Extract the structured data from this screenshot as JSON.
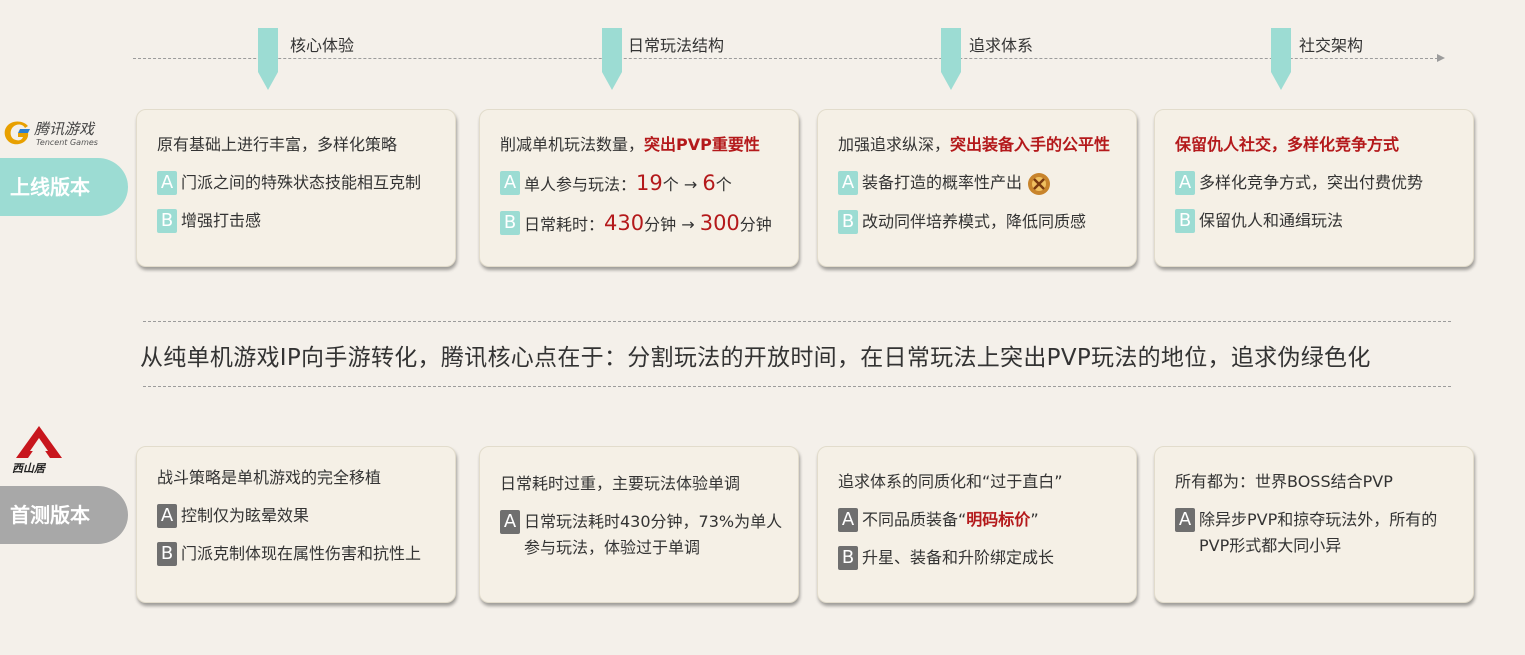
{
  "timeline": {
    "stages": [
      "核心体验",
      "日常玩法结构",
      "追求体系",
      "社交架构"
    ]
  },
  "tencent_logo": {
    "text": "腾讯游戏",
    "sub": "Tencent Games"
  },
  "xiaoshan_logo": {
    "text": "西山居"
  },
  "badges": {
    "online": "上线版本",
    "test": "首测版本"
  },
  "online_cards": {
    "core": {
      "title": "原有基础上进行丰富，多样化策略",
      "item_a": "门派之间的特殊状态技能相互克制",
      "item_b": "增强打击感"
    },
    "daily": {
      "title_prefix": "削减单机玩法数量，",
      "title_highlight": "突出PVP重要性",
      "item_a_label": "单人参与玩法：",
      "item_a_from": "19",
      "item_a_unit1": "个 → ",
      "item_a_to": "6",
      "item_a_unit2": "个",
      "item_b_label": "日常耗时：",
      "item_b_from": "430",
      "item_b_unit1": "分钟 → ",
      "item_b_to": "300",
      "item_b_unit2": "分钟"
    },
    "pursuit": {
      "title_prefix": "加强追求纵深，",
      "title_highlight": "突出装备入手的公平性",
      "item_a": "装备打造的概率性产出",
      "item_b": "改动同伴培养模式，降低同质感"
    },
    "social": {
      "title_highlight": "保留仇人社交，多样化竞争方式",
      "item_a": "多样化竞争方式，突出付费优势",
      "item_b": "保留仇人和通缉玩法"
    }
  },
  "summary": "从纯单机游戏IP向手游转化，腾讯核心点在于：分割玩法的开放时间，在日常玩法上突出PVP玩法的地位，追求伪绿色化",
  "test_cards": {
    "core": {
      "title": "战斗策略是单机游戏的完全移植",
      "item_a": "控制仅为眩晕效果",
      "item_b": "门派克制体现在属性伤害和抗性上"
    },
    "daily": {
      "title": "日常耗时过重，主要玩法体验单调",
      "item_a": "日常玩法耗时430分钟，73%为单人参与玩法，体验过于单调"
    },
    "pursuit": {
      "title": "追求体系的同质化和“过于直白”",
      "item_a_prefix": "不同品质装备“",
      "item_a_highlight": "明码标价",
      "item_a_suffix": "”",
      "item_b": "升星、装备和升阶绑定成长"
    },
    "social": {
      "title": "所有都为：世界BOSS结合PVP",
      "item_a": "除异步PVP和掠夺玩法外，所有的PVP形式都大同小异"
    }
  },
  "tags": {
    "a": "A",
    "b": "B"
  },
  "colors": {
    "background": "#f4f0ea",
    "accent_teal": "#9cdcd3",
    "test_gray": "#a8a8a8",
    "highlight_red": "#b4191b"
  },
  "icons": [
    "tencent-games-logo-icon",
    "xishanju-logo-icon",
    "equipment-item-icon"
  ]
}
